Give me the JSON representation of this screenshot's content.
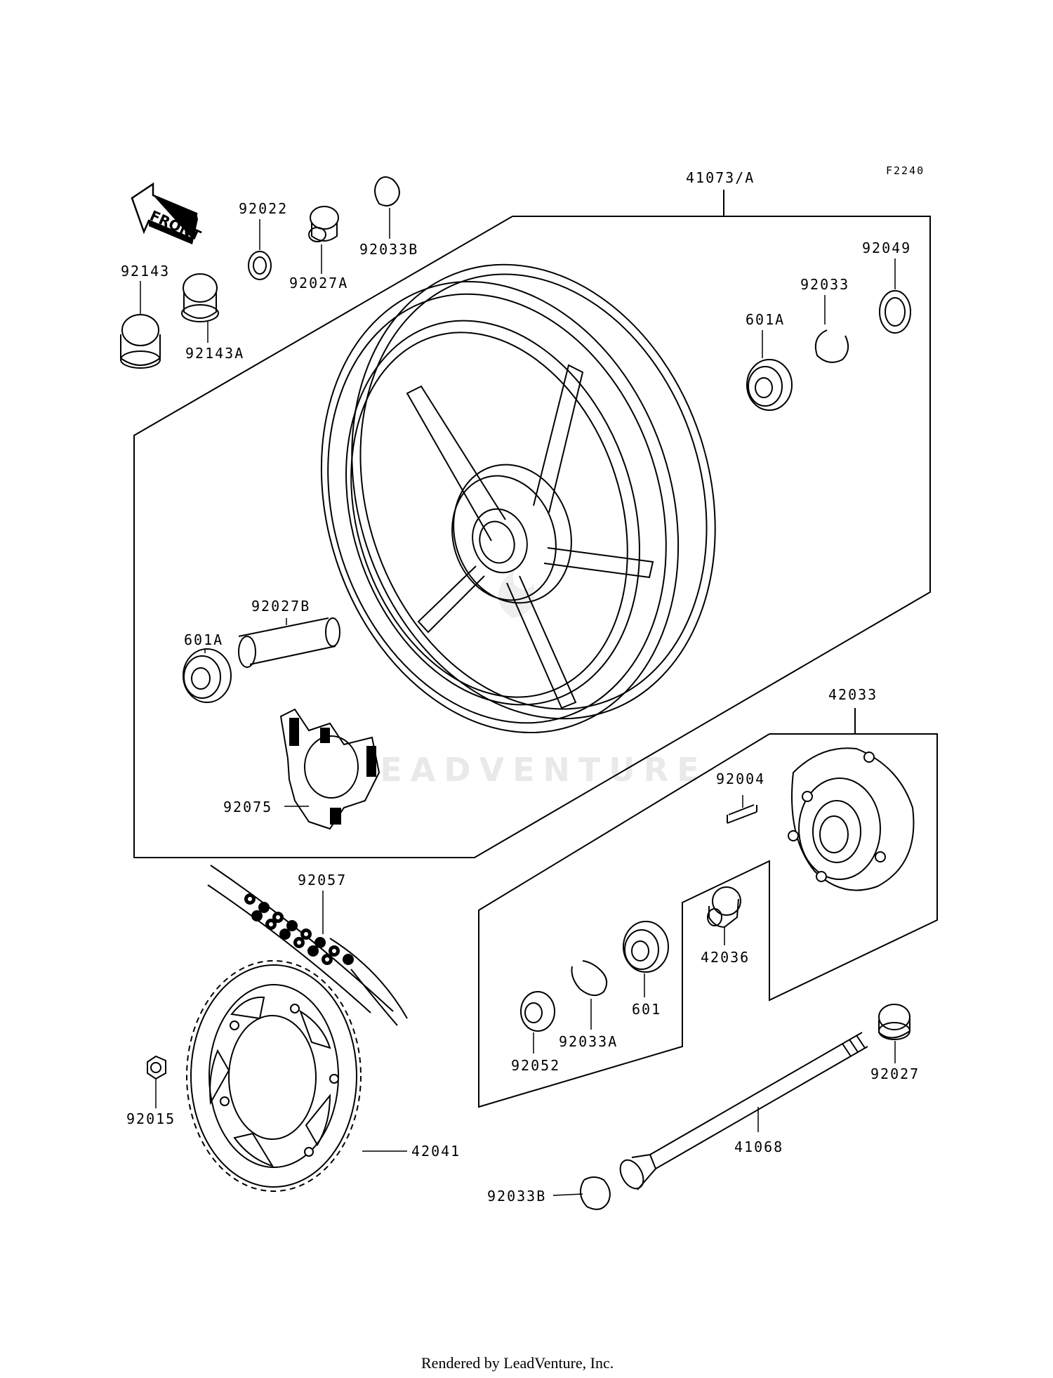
{
  "figure_code": "F2240",
  "front_label": "FRONT",
  "watermark": "LEADVENTURE",
  "footer": "Rendered by LeadVenture, Inc.",
  "parts": {
    "p41073A": "41073/A",
    "p92022": "92022",
    "p92033B_top": "92033B",
    "p92027A": "92027A",
    "p92143": "92143",
    "p92143A": "92143A",
    "p92049": "92049",
    "p92033": "92033",
    "p601A_top": "601A",
    "p92027B": "92027B",
    "p601A_left": "601A",
    "p92075": "92075",
    "p42033": "42033",
    "p92004": "92004",
    "p92057": "92057",
    "p42036": "42036",
    "p601": "601",
    "p92033A": "92033A",
    "p92052": "92052",
    "p92027": "92027",
    "p92015": "92015",
    "p42041": "42041",
    "p41068": "41068",
    "p92033B_bottom": "92033B"
  }
}
